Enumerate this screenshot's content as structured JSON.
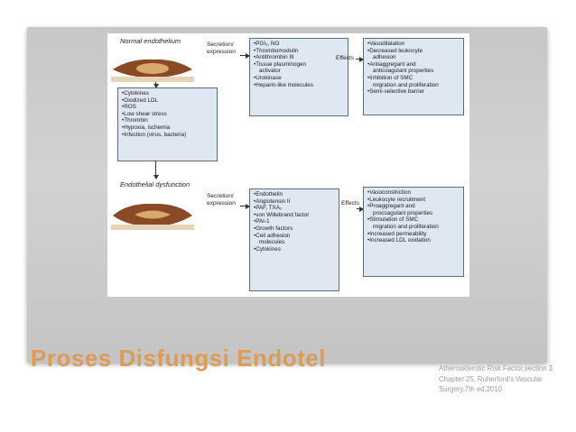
{
  "figure": {
    "normal": {
      "label": "Normal endothelium",
      "secretion_label": "Secretion/\nexpression",
      "effects_label": "Effects",
      "secretions": [
        "PGI₂, NO",
        "Thrombomodulin",
        "Antithrombin III",
        "Tissue plasminogen",
        "activator",
        "Urokinase",
        "Heparin-like molecules"
      ],
      "effects": [
        "Vasodilatation",
        "Decreased leukocyte",
        "adhesion",
        "Antiaggregant and",
        "anticoagulant properties",
        "Inhibition of SMC",
        "migration and proliferation",
        "Semi-selective barrier"
      ]
    },
    "triggers": [
      "Cytokines",
      "Oxidized LDL",
      "ROS",
      "Low shear stress",
      "Thrombin",
      "Hypoxia, ischemia",
      "Infection (virus, bacteria)"
    ],
    "dysfunction": {
      "label": "Endothelial dysfunction",
      "secretion_label": "Secretion/\nexpression",
      "effects_label": "Effects",
      "secretions": [
        "Endothelin",
        "Angiotensin II",
        "PAF, TXA₂",
        "von Willebrand factor",
        "PAI-1",
        "Growth factors",
        "Cell adhesion",
        "molecules",
        "Cytokines"
      ],
      "effects": [
        "Vasoconstriction",
        "Leukocyte recruitment",
        "Proaggregant and",
        "procoagulant properties",
        "Stimulation of SMC",
        "migration and proliferation",
        "Increased permeability",
        "Increased LDL oxidation"
      ]
    }
  },
  "title": "Proses Disfungsi Endotel",
  "citation": "Atherosklerotic Risk Factor,section 3 Chapter 25, Ruherford's Vascular Surgery,7th ed,2010",
  "colors": {
    "title": "#dc9b56",
    "box_fill": "#dfe8f2",
    "box_border": "#5a6c80",
    "cell_body": "#8a4a26",
    "nucleus": "#d8a86c"
  }
}
